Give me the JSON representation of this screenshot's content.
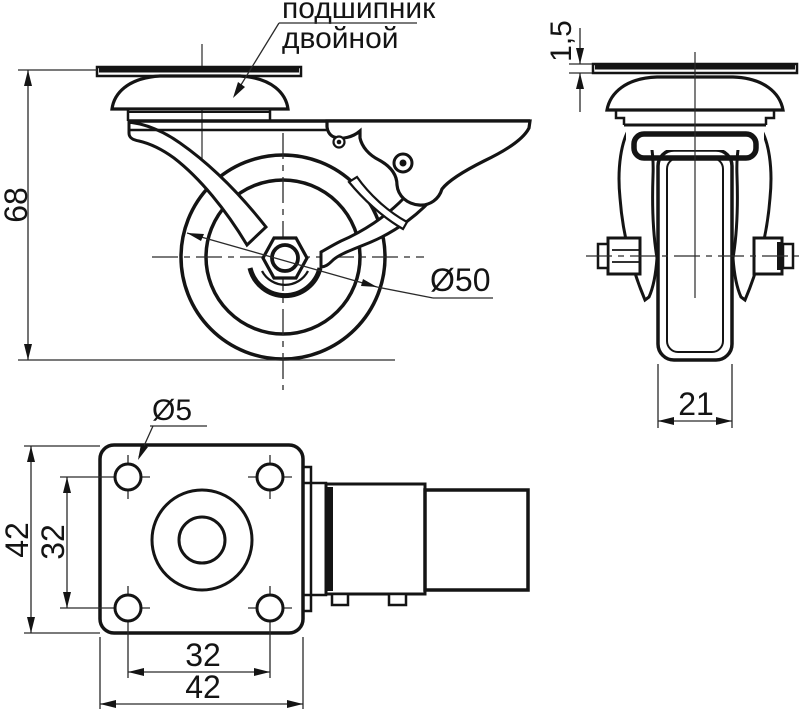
{
  "drawing": {
    "annotation": {
      "bearing_line1": "подшипник",
      "bearing_line2": "двойной"
    },
    "front_view": {
      "height": "68",
      "wheel_diameter": "Ø50"
    },
    "side_view": {
      "plate_thickness": "1,5",
      "wheel_width": "21"
    },
    "top_view": {
      "plate_height": "42",
      "hole_spacing_vertical": "32",
      "hole_diameter": "Ø5",
      "hole_spacing_horizontal": "32",
      "plate_width": "42"
    },
    "colors": {
      "line": "#141414",
      "background": "#ffffff"
    }
  }
}
